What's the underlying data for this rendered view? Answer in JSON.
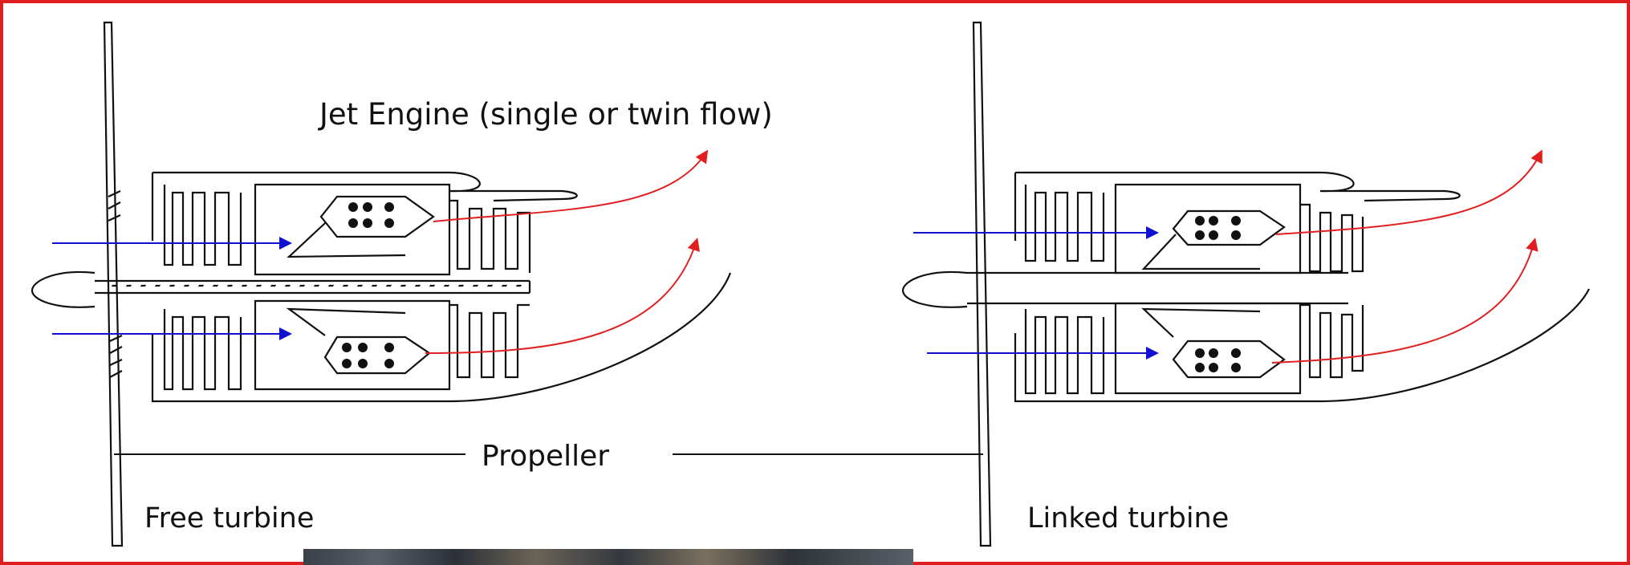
{
  "labels": {
    "title": "Jet Engine (single or twin flow)",
    "propeller": "Propeller",
    "free_turbine": "Free turbine",
    "linked_turbine": "Linked turbine"
  },
  "colors": {
    "frame": "#e02020",
    "inlet_arrow": "#1010d0",
    "exhaust_arrow": "#e02020",
    "line": "#111111"
  }
}
